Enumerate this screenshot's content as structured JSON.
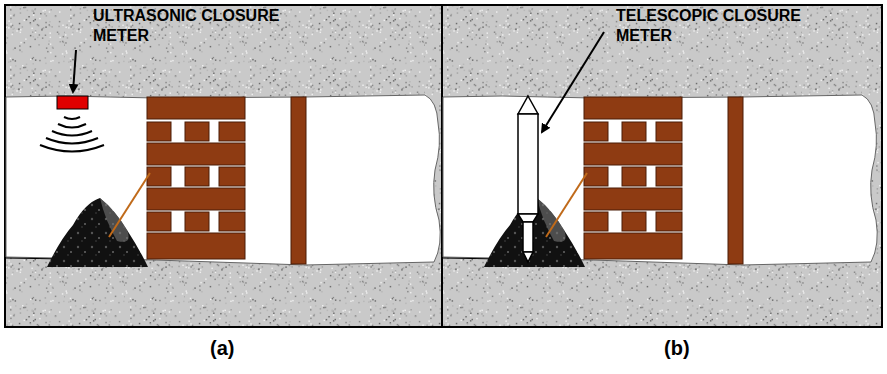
{
  "diagram": {
    "labels": [
      "ULTRASONIC CLOSURE METER",
      "TELESCOPIC CLOSURE METER",
      "(a)",
      "(b)"
    ]
  }
}
